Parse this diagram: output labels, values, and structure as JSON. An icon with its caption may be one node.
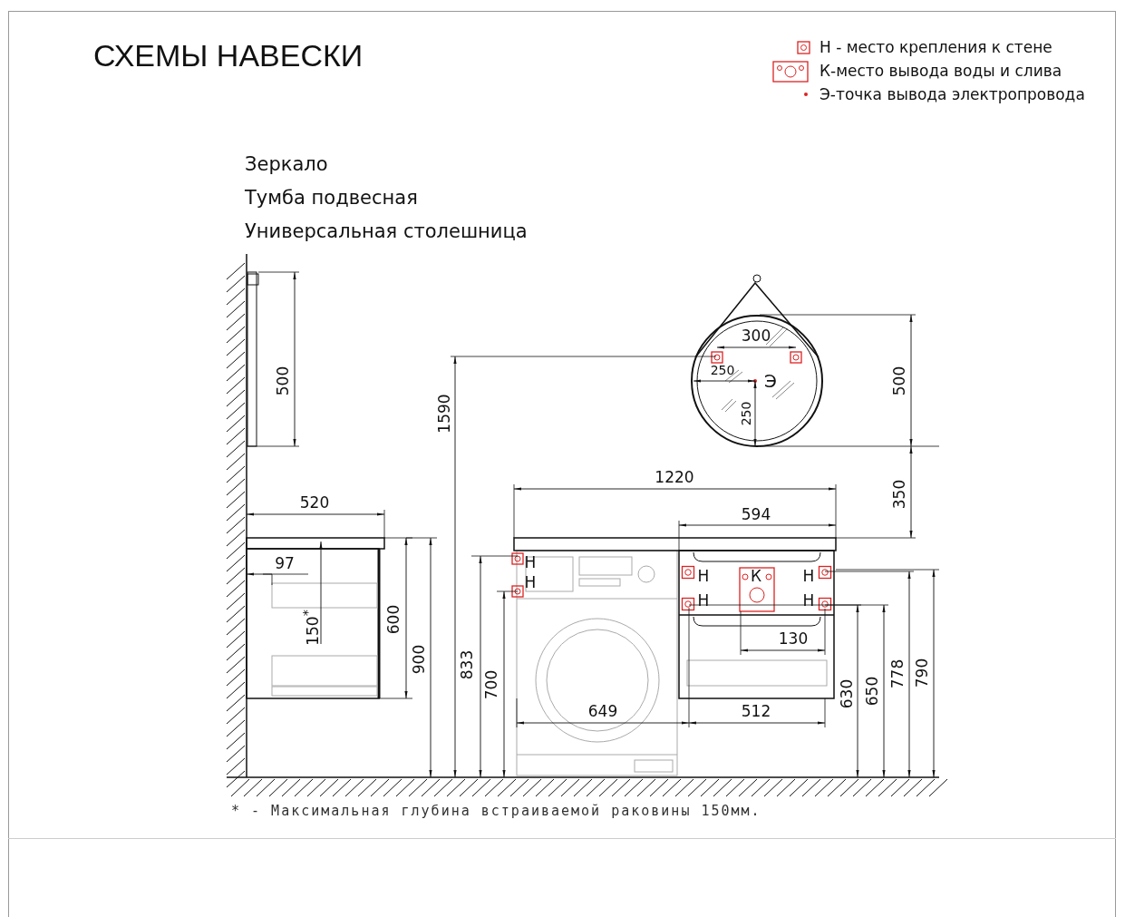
{
  "diagram": {
    "title": "СХЕМЫ НАВЕСКИ",
    "labels": [
      "Зеркало",
      "Тумба подвесная",
      "Универсальная столешница",
      "300",
      "250",
      "Э",
      "250",
      "500",
      "1590",
      "500",
      "1220",
      "350",
      "520",
      "594",
      "97",
      "Н",
      "Н",
      "Н",
      "К",
      "Н",
      "Н",
      "Н",
      "150$^{*}$",
      "600",
      "900",
      "833",
      "700",
      "130",
      "649",
      "512",
      "630",
      "650",
      "778",
      "790",
      "* - Максимальная глубина встраиваемой раковины 150мм."
    ],
    "legend": [
      {
        "text": "Н - место крепления к стене"
      },
      {
        "text": "К-место вывода воды и слива"
      },
      {
        "text": "Э-точка вывода электропровода"
      }
    ]
  }
}
